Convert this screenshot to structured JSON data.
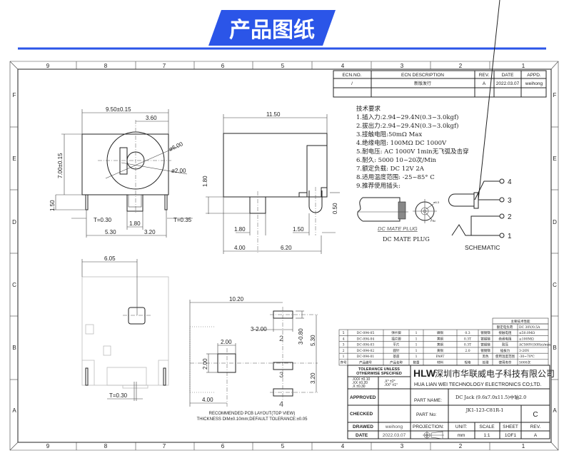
{
  "banner": {
    "title": "产品图纸",
    "color": "#2b55e8"
  },
  "frame": {
    "columns": [
      "9",
      "8",
      "7",
      "6",
      "5",
      "4",
      "3",
      "2",
      "1"
    ],
    "rows": [
      "F",
      "E",
      "D",
      "C",
      "B",
      "A"
    ]
  },
  "revision_table": {
    "headers": [
      "ECN.NO.",
      "ECN DESCRIPTION",
      "REV.",
      "DATE",
      "APPD."
    ],
    "row": [
      "/",
      "新版发行",
      "A",
      "2022.03.07",
      "weihong"
    ]
  },
  "tech_requirements": {
    "title": "技术要求",
    "items": [
      "1.插入力:2.94~29.4N(0.3~3.0kgf)",
      "2.拔出力:2.94~29.4N(0.3~3.0kgf)",
      "3.接触电阻:50mΩ Max",
      "4.绝缘电阻: 100MΩ DC 1000V",
      "5.耐电压: AC 1000V 1min无飞弧及击穿",
      "6.耐久: 5000 10~20次/Min",
      "7.额定负载: DC 12V 2A",
      "8.适用温度范围: -25~85° C",
      "9.推荐使用插头:"
    ]
  },
  "front_view": {
    "width": "9.50±0.15",
    "center": "3.60",
    "height": "7.00±0.15",
    "pin_len": "1.50",
    "d_outer": "ø6.00",
    "d_inner": "ø2.00",
    "t_left": "T=0.30",
    "t_right": "T=0.35",
    "pin_w": "1.80",
    "left": "5.30",
    "right": "3.20"
  },
  "side_view": {
    "length": "11.50",
    "h": "1.80",
    "pin_w": "1.80",
    "tail": "1.50",
    "offset": "0.50",
    "left": "4.00",
    "right": "6.20"
  },
  "bottom_view": {
    "dim": "6.05",
    "t": "T=0.30"
  },
  "plug": {
    "caption_italic": "DC MATE PLUG",
    "caption": "DC MATE PLUG",
    "d1": "ø6.3",
    "d2": "PIN"
  },
  "schematic": {
    "title": "SCHEMATIC",
    "pins": [
      "4",
      "3",
      "2",
      "1"
    ]
  },
  "pcb_layout": {
    "width": "10.20",
    "pad_w": "3-2.00",
    "sq_w": "2.00",
    "sq_h": "2.00",
    "pad_h": "3-0.80",
    "h1": "5.30",
    "h2": "3.20",
    "left": "4.00",
    "pins": [
      "2",
      "3",
      "4"
    ],
    "caption1": "RECOMMENDED PCB LAYOUT(TOP VIEW)",
    "caption2": "THICKNESS DIM±0.10mm;DEFAULT TOLERANCE:±0.05"
  },
  "bom": {
    "spec_title": "主要技术性能",
    "spec_top": [
      "额定电负荷",
      "DC 30V/0.5A"
    ],
    "rows": [
      [
        "5",
        "DC-094-05",
        "弹片脚",
        "1",
        "磷铜",
        "0.3",
        "镀锡锑",
        "接触电阻",
        "≤50.0MΩ"
      ],
      [
        "4",
        "DC-094-04",
        "插片脚",
        "1",
        "黄铜",
        "0.3T",
        "镀锡锑",
        "绝缘电阻",
        "≥100MΩ"
      ],
      [
        "3",
        "DC-094-03",
        "平片",
        "1",
        "黄铜",
        "0.3T",
        "镀锡锑",
        "耐压",
        "AC500V(50Hz)/min"
      ],
      [
        "2",
        "DC-094-02",
        "圆针",
        "1",
        "黄铜",
        "2.0",
        "镀锡锑",
        "插拔力",
        "3-20N"
      ],
      [
        "1",
        "DC-094-01",
        "基座",
        "1",
        "PA9T",
        "",
        "黑色",
        "使用温度范围",
        "-30~70℃"
      ]
    ],
    "header": [
      "序号",
      "产品编号",
      "产品名称",
      "数量",
      "材料",
      "规格",
      "处理",
      "使用寿命",
      "5000次"
    ]
  },
  "title_block": {
    "tolerance_title1": "TOLERANCE UNLESS",
    "tolerance_title2": "OTHERWISE SPECIFIED",
    "tol_left": [
      ".XXX ±0.10",
      ".XX ±0.20",
      ".X ±0.30"
    ],
    "tol_right": [
      ".X° ±2°",
      ".XX° ±1°"
    ],
    "logo": "HLW",
    "company_cn": "深圳市华联威电子科技有限公司",
    "company_en": "HUA LIAN WEI TECHNOLOGY ELECTRONICS CO;LTD.",
    "approved": "APPROVED",
    "checked": "CHECKED",
    "drawed": "DRAWED",
    "date": "DATE",
    "drawed_by": "weihong",
    "date_value": "2022.03.07",
    "part_name_label": "PART NAME:",
    "part_name": "DC  Jack (9.6x7.0x11.5)中轴2.0",
    "part_no_label": "PART No:",
    "part_no": "JK1-123-C81R-1",
    "part_rev": "C",
    "projection": "PROJECTION:",
    "unit_label": "UNIT:",
    "unit": "mm",
    "scale_label": "SCALE",
    "scale": "1:1",
    "sheet_label": "SHEET",
    "sheet": "1OF1",
    "rev_label": "REV.",
    "rev": "A"
  }
}
